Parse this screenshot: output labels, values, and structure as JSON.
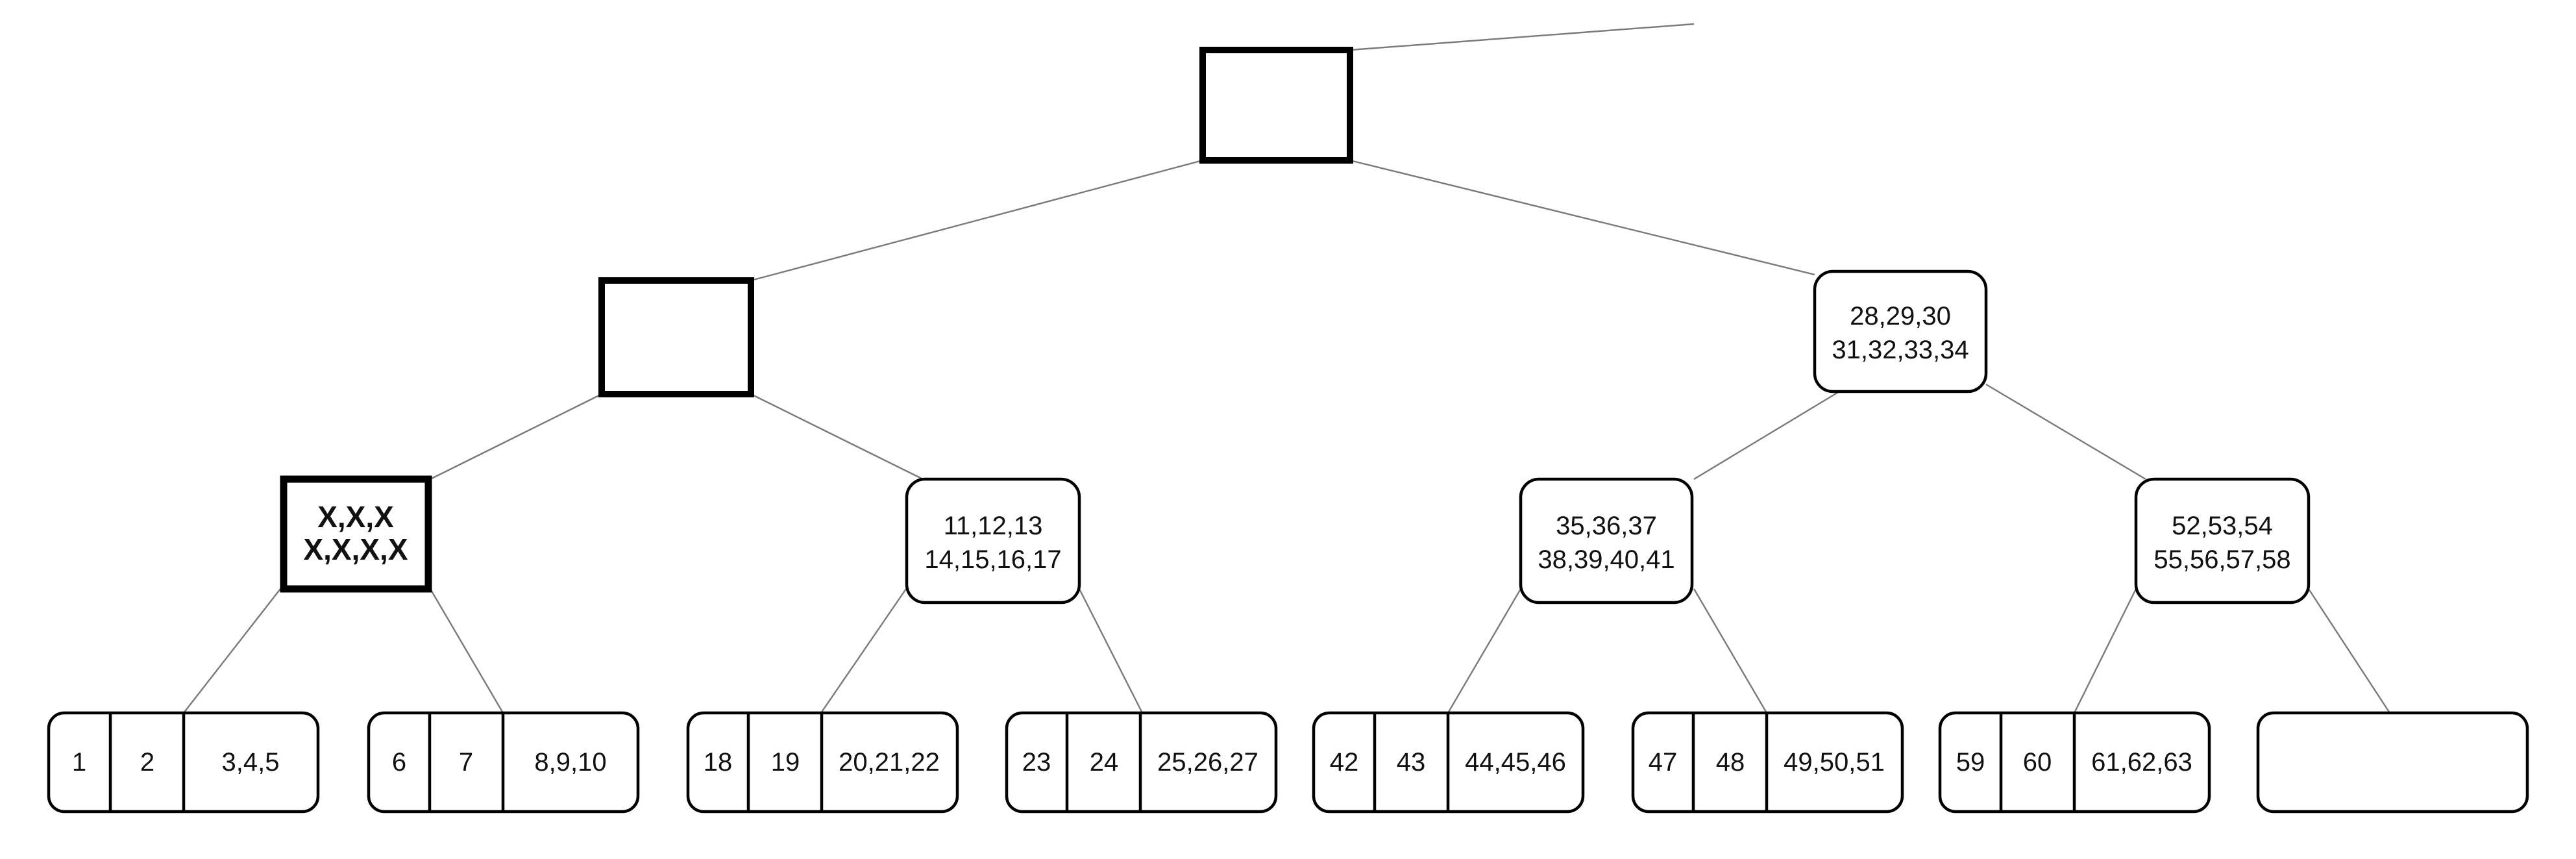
{
  "tree": {
    "root": {
      "lines": []
    },
    "left_internal": {
      "lines": []
    },
    "right_internal": {
      "lines": [
        "28,29,30",
        "31,32,33,34"
      ]
    },
    "level3": [
      {
        "lines": [
          "X,X,X",
          "X,X,X,X"
        ]
      },
      {
        "lines": [
          "11,12,13",
          "14,15,16,17"
        ]
      },
      {
        "lines": [
          "35,36,37",
          "38,39,40,41"
        ]
      },
      {
        "lines": [
          "52,53,54",
          "55,56,57,58"
        ]
      }
    ],
    "leaves": [
      {
        "cells": [
          "1",
          "2",
          "3,4,5"
        ]
      },
      {
        "cells": [
          "6",
          "7",
          "8,9,10"
        ]
      },
      {
        "cells": [
          "18",
          "19",
          "20,21,22"
        ]
      },
      {
        "cells": [
          "23",
          "24",
          "25,26,27"
        ]
      },
      {
        "cells": [
          "42",
          "43",
          "44,45,46"
        ]
      },
      {
        "cells": [
          "47",
          "48",
          "49,50,51"
        ]
      },
      {
        "cells": [
          "59",
          "60",
          "61,62,63"
        ]
      },
      {
        "cells": []
      }
    ]
  }
}
